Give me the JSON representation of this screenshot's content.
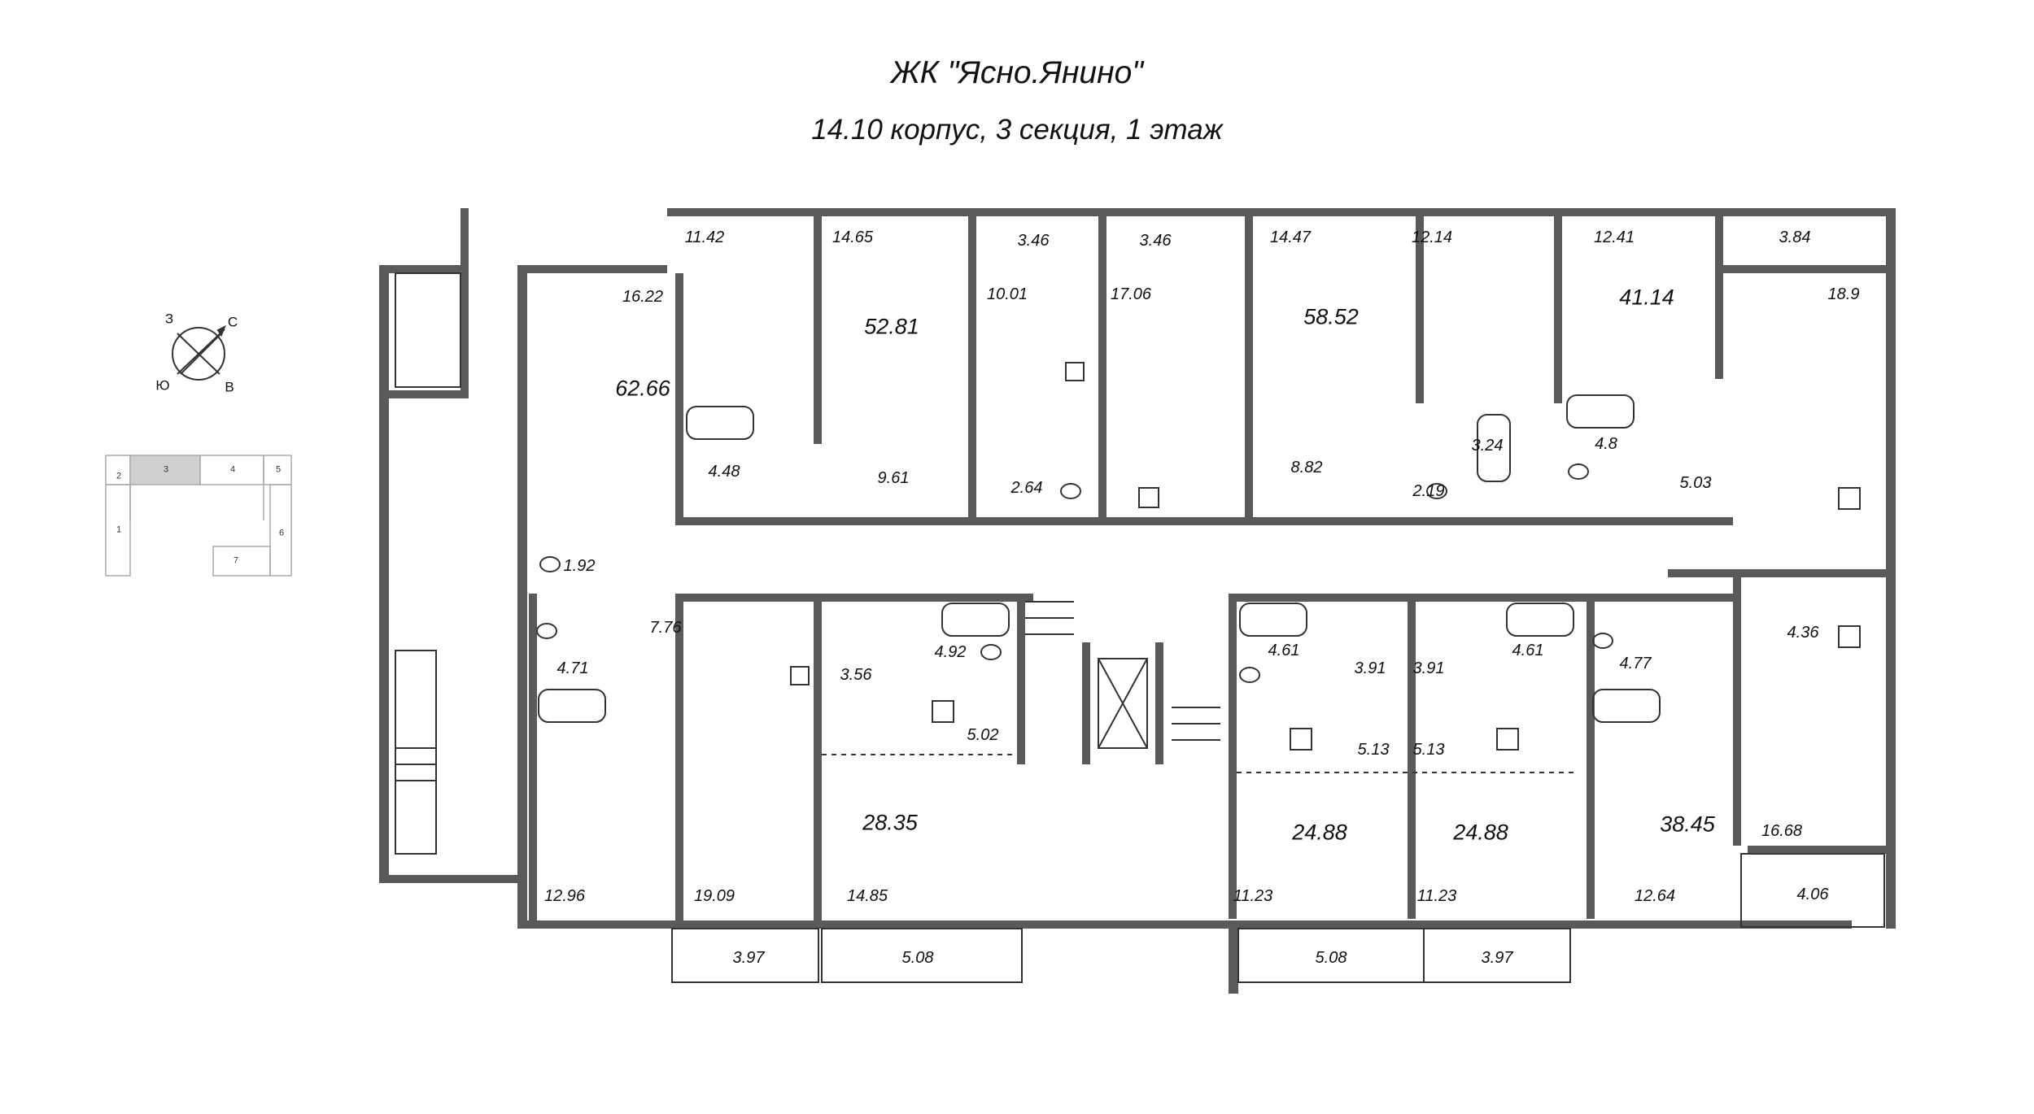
{
  "header": {
    "complex": "ЖК \"Ясно.Янино\"",
    "location": "14.10 корпус, 3 секция, 1 этаж"
  },
  "compass": {
    "north": "С",
    "west": "З",
    "south": "Ю",
    "east": "В"
  },
  "key_plan": {
    "sections": [
      "1",
      "2",
      "3",
      "4",
      "5",
      "6",
      "7"
    ],
    "current_section": "3"
  },
  "apartments": [
    {
      "id": "apt-62-66",
      "total": "62.66",
      "rooms": [
        "16.22",
        "1.92",
        "4.71",
        "7.76",
        "12.96",
        "3.97"
      ]
    },
    {
      "id": "apt-52-81",
      "total": "52.81",
      "rooms": [
        "11.42",
        "14.65",
        "3.46",
        "10.01",
        "4.48",
        "9.61",
        "2.64"
      ]
    },
    {
      "id": "apt-58-52",
      "total": "58.52",
      "rooms": [
        "3.46",
        "17.06",
        "14.47",
        "12.14",
        "8.82",
        "2.19",
        "3.24"
      ]
    },
    {
      "id": "apt-41-14",
      "total": "41.14",
      "rooms": [
        "12.41",
        "4.8",
        "5.03",
        "3.84",
        "18.9"
      ]
    },
    {
      "id": "apt-28-35",
      "total": "28.35",
      "rooms": [
        "19.09",
        "3.56",
        "4.92",
        "5.02",
        "14.85",
        "5.08"
      ]
    },
    {
      "id": "apt-24-88-a",
      "total": "24.88",
      "rooms": [
        "4.61",
        "3.91",
        "5.13",
        "11.23",
        "5.08"
      ]
    },
    {
      "id": "apt-24-88-b",
      "total": "24.88",
      "rooms": [
        "3.91",
        "4.61",
        "5.13",
        "11.23",
        "3.97"
      ]
    },
    {
      "id": "apt-38-45",
      "total": "38.45",
      "rooms": [
        "4.77",
        "12.64",
        "4.36",
        "16.68",
        "4.06"
      ]
    }
  ],
  "colors": {
    "wall": "#5a5a5a",
    "line": "#333333",
    "key_highlight": "#cfcfcf"
  }
}
